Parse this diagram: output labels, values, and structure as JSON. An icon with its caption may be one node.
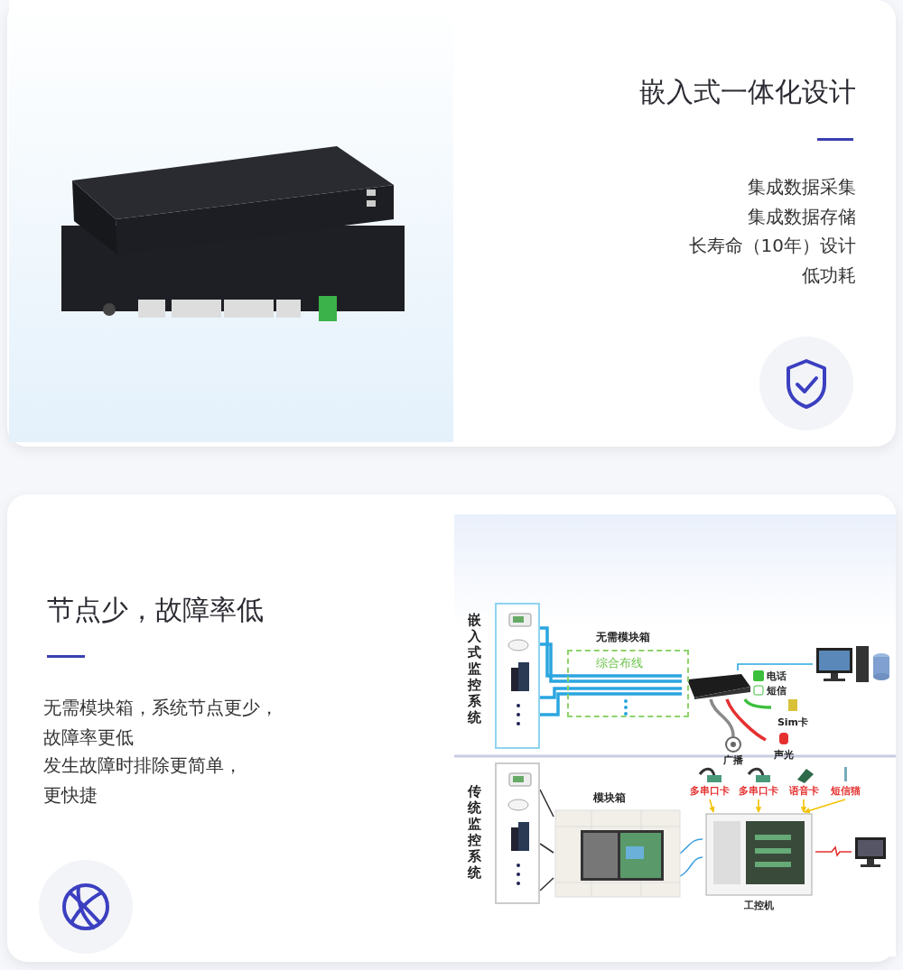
{
  "diagram": {
    "nodes": [
      {
        "text": [
          "嵌入式一体化设计",
          "集成数据采集",
          "集成数据存储",
          "长寿命（10年）设计",
          "低功耗"
        ]
      },
      {
        "text": [
          "节点少，故障率低",
          "无需模块箱，系统节点更少，故障率更低",
          "发生故障时排除更简单，更快捷"
        ]
      },
      {
        "text": [],
        "shape": "box",
        "in": 1
      },
      {
        "text": [],
        "shape": "picture",
        "in": 1
      },
      {
        "text": [],
        "shape": "picture",
        "in": 1
      },
      {
        "text": [
          "广播"
        ],
        "in": 1
      },
      {
        "text": [
          "声光"
        ],
        "in": 1
      },
      {
        "text": [
          "Sim卡"
        ],
        "in": 1
      },
      {
        "text": [],
        "shape": "box",
        "in": 1
      },
      {
        "text": [
          "模块箱"
        ],
        "in": 1
      },
      {
        "text": [
          "工控机"
        ],
        "in": 1
      },
      {
        "text": [],
        "shape": "picture",
        "in": 1
      },
      {
        "text": [
          "多串口卡"
        ],
        "in": 1
      },
      {
        "text": [
          "多串口卡"
        ],
        "in": 1
      },
      {
        "text": [
          "语音卡"
        ],
        "in": 1
      },
      {
        "text": [
          "短信猫"
        ],
        "in": 1
      }
    ],
    "edges": [
      {
        "from": 2,
        "to": 3,
        "arrow": "none",
        "style": "thick",
        "color": "#2aa6e0"
      },
      {
        "from": 3,
        "to": 4,
        "arrow": "none",
        "color": "#2aa6e0"
      },
      {
        "from": 3,
        "to": 5,
        "arrow": "none",
        "style": "thick",
        "color": "#8a8a8a"
      },
      {
        "from": 3,
        "to": 6,
        "arrow": "none",
        "style": "thick",
        "color": "#e53030"
      },
      {
        "from": 3,
        "to": 7,
        "arrow": "none",
        "style": "thick",
        "color": "#3cbf3c"
      },
      {
        "from": 8,
        "to": 9,
        "arrow": "none",
        "color": "#333333"
      },
      {
        "from": 9,
        "to": 10,
        "arrow": "none",
        "color": "#3aa0e0"
      },
      {
        "from": 10,
        "to": 11,
        "arrow": "none",
        "color": "#e53030"
      },
      {
        "from": 12,
        "to": 10,
        "arrow": "to",
        "color": "#f2c200"
      },
      {
        "from": 13,
        "to": 10,
        "arrow": "to",
        "color": "#f2c200"
      },
      {
        "from": 14,
        "to": 10,
        "arrow": "to",
        "color": "#f2c200"
      },
      {
        "from": 15,
        "to": 10,
        "arrow": "to",
        "color": "#f2c200"
      }
    ],
    "labels": [
      "嵌入式监控系统",
      "无需模块箱",
      "综合布线",
      "电话",
      "短信",
      "传统监控系统"
    ]
  }
}
